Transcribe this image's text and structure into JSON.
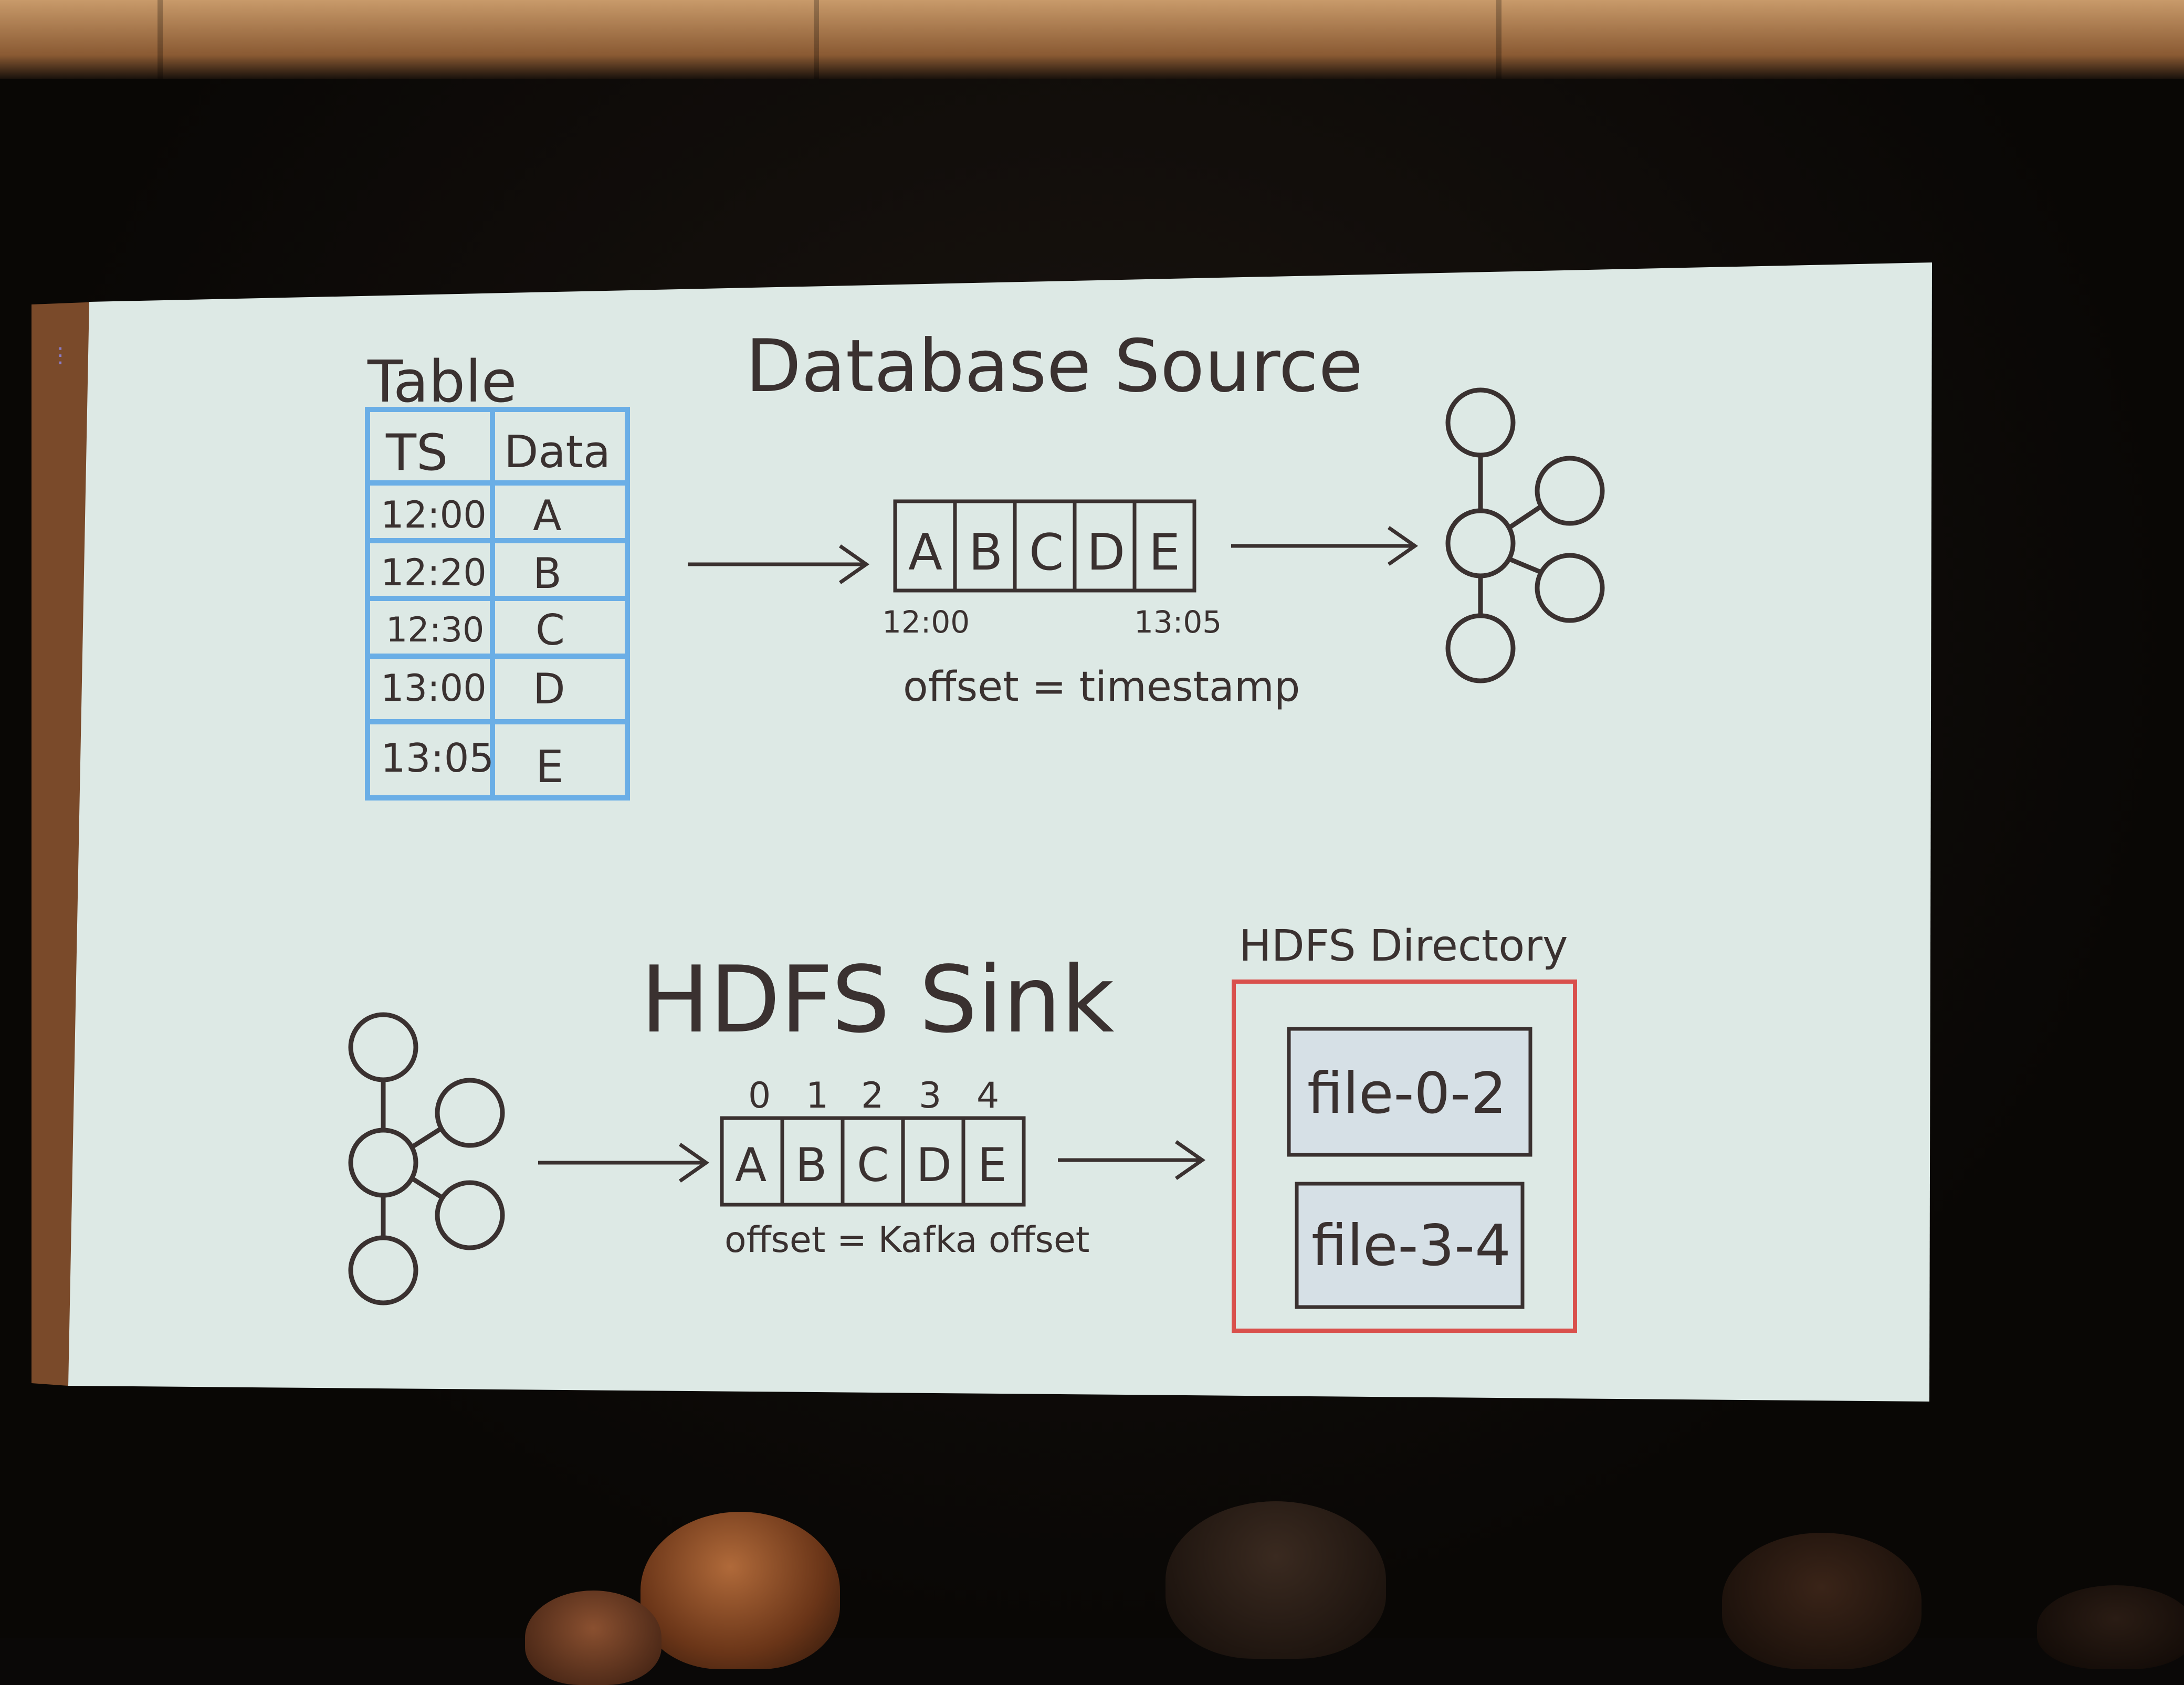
{
  "colors": {
    "slide_bg": "#dde9e5",
    "ink": "#3a3130",
    "table_border": "#6aaee6",
    "directory_border": "#d9504c",
    "file_fill": "#d6e0e6"
  },
  "source": {
    "table_label": "Table",
    "title": "Database Source",
    "table_headers": [
      "TS",
      "Data"
    ],
    "table_rows": [
      [
        "12:00",
        "A"
      ],
      [
        "12:20",
        "B"
      ],
      [
        "12:30",
        "C"
      ],
      [
        "13:00",
        "D"
      ],
      [
        "13:05",
        "E"
      ]
    ],
    "log_cells": [
      "A",
      "B",
      "C",
      "D",
      "E"
    ],
    "log_start": "12:00",
    "log_end": "13:05",
    "offset_note": "offset = timestamp"
  },
  "sink": {
    "title": "HDFS Sink",
    "offsets": [
      "0",
      "1",
      "2",
      "3",
      "4"
    ],
    "log_cells": [
      "A",
      "B",
      "C",
      "D",
      "E"
    ],
    "offset_note": "offset = Kafka offset",
    "directory_label": "HDFS Directory",
    "files": [
      "file-0-2",
      "file-3-4"
    ]
  },
  "icons": {
    "cluster": "kafka-cluster-icon",
    "arrow": "right-arrow-icon"
  }
}
